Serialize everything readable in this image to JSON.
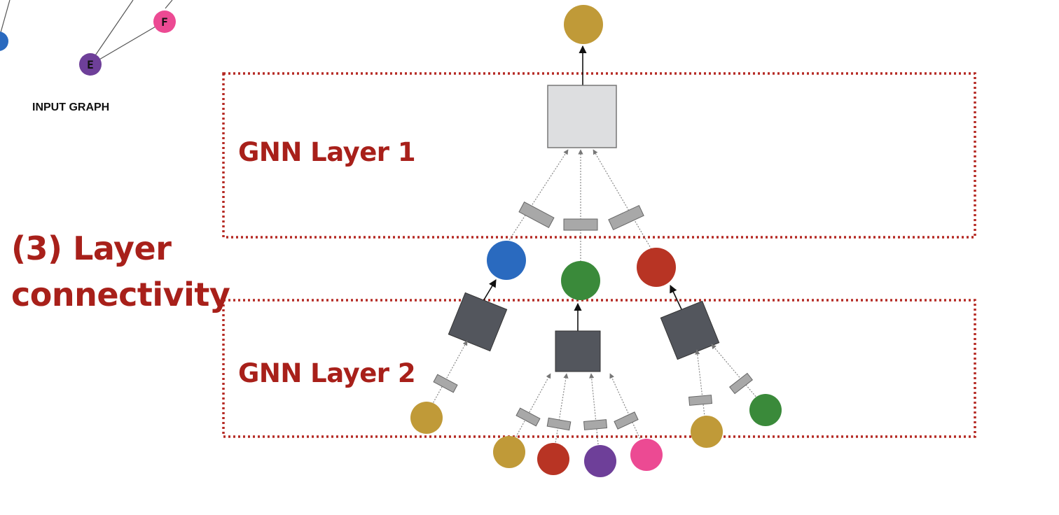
{
  "input_graph": {
    "caption": "INPUT GRAPH",
    "nodes": [
      {
        "label": "F",
        "color": "#ec4a93"
      },
      {
        "label": "E",
        "color": "#6e3f99"
      }
    ],
    "partial_node_color": "#2a6abf"
  },
  "section_title": {
    "line1": "(3) Layer",
    "line2": "connectivity"
  },
  "layers": [
    {
      "label": "GNN Layer 1"
    },
    {
      "label": "GNN Layer 2"
    }
  ],
  "colors": {
    "label_red": "#a8201a",
    "box_border": "#b52a24",
    "gold": "#c09a38",
    "blue": "#2a6abf",
    "green": "#3a8a3a",
    "red": "#b83424",
    "purple": "#6e3f99",
    "pink": "#ec4a93",
    "aggregator_light": "#dddee0",
    "aggregator_dark": "#53565d",
    "message_box": "#a8a8a8"
  }
}
